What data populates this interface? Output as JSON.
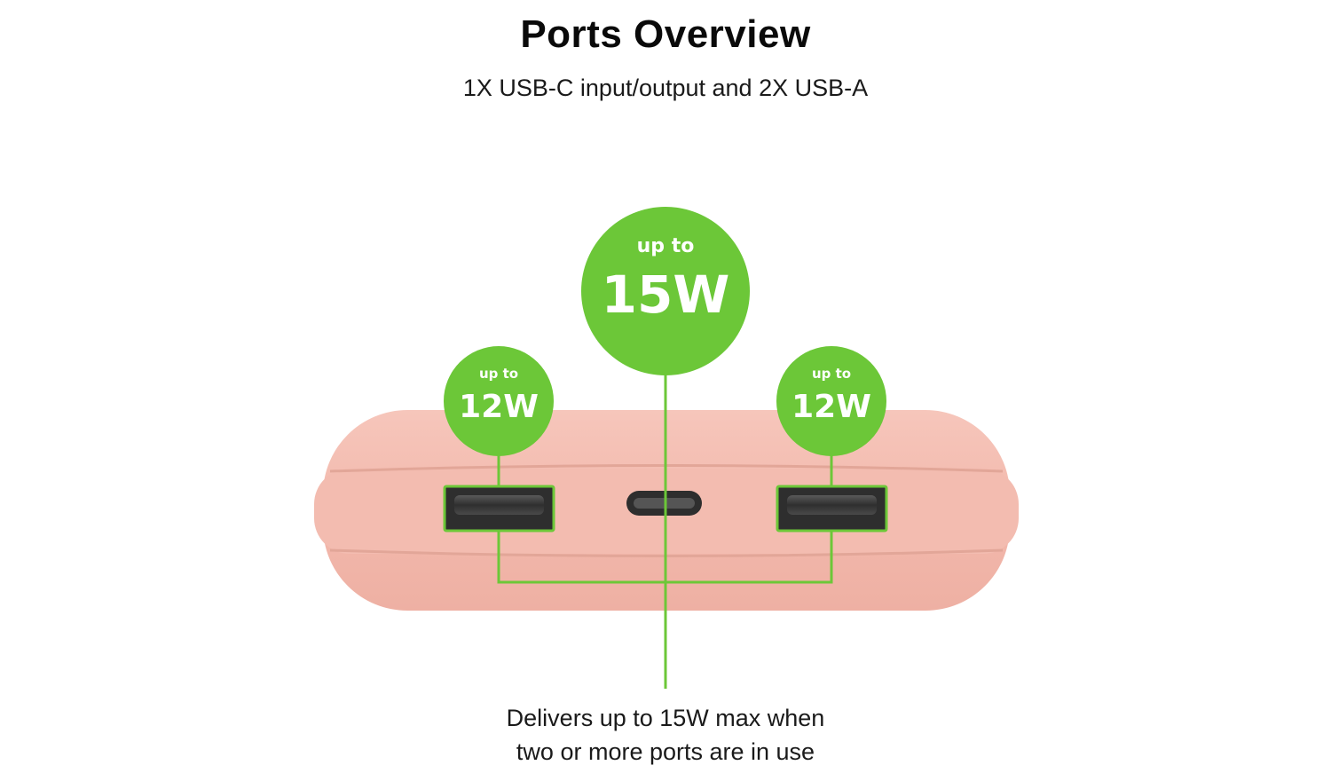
{
  "header": {
    "title": "Ports Overview",
    "subtitle": "1X USB-C input/output and 2X USB-A"
  },
  "ports": [
    {
      "name": "USB-A",
      "prefix": "up to",
      "wattage": "12W"
    },
    {
      "name": "USB-C",
      "prefix": "up to",
      "wattage": "15W"
    },
    {
      "name": "USB-A",
      "prefix": "up to",
      "wattage": "12W"
    }
  ],
  "caption": {
    "line1": "Delivers up to 15W max when",
    "line2": "two or more ports are in use"
  },
  "colors": {
    "badge_green": "#6cc738",
    "device_pink": "#f3b9ad",
    "port_dark": "#3a3a3a"
  }
}
